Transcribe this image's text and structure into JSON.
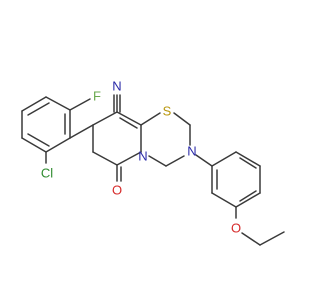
{
  "colors": {
    "bond": "#3a3a3a",
    "carbon": "#3a3a3a",
    "nitrogen": "#2a2aa8",
    "oxygen": "#d62a2a",
    "sulfur": "#b8960c",
    "fluorine": "#6aa84f",
    "chlorine": "#2e8b2e"
  },
  "atoms": {
    "F": "F",
    "Cl": "Cl",
    "N_nitrile": "N",
    "S": "S",
    "N_ring": "N",
    "N_amine": "N",
    "O_carbonyl": "O",
    "O_ether": "O"
  }
}
